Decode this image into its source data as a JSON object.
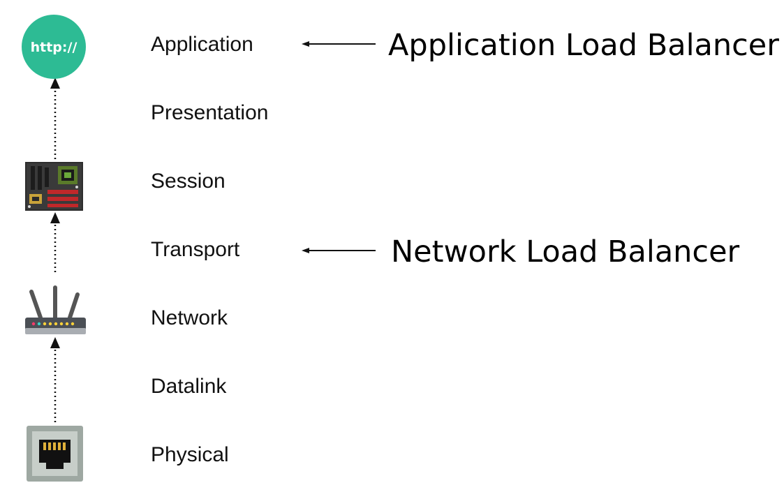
{
  "layers": [
    {
      "label": "Application"
    },
    {
      "label": "Presentation"
    },
    {
      "label": "Session"
    },
    {
      "label": "Transport"
    },
    {
      "label": "Network"
    },
    {
      "label": "Datalink"
    },
    {
      "label": "Physical"
    }
  ],
  "icons": {
    "application": {
      "text": "http://",
      "name": "http-globe-icon",
      "color": "#2dbb94"
    },
    "session": {
      "name": "motherboard-icon"
    },
    "network": {
      "name": "router-icon"
    },
    "physical": {
      "name": "ethernet-port-icon"
    }
  },
  "callouts": {
    "application": "Application Load Balancer",
    "transport": "Network Load Balancer"
  }
}
